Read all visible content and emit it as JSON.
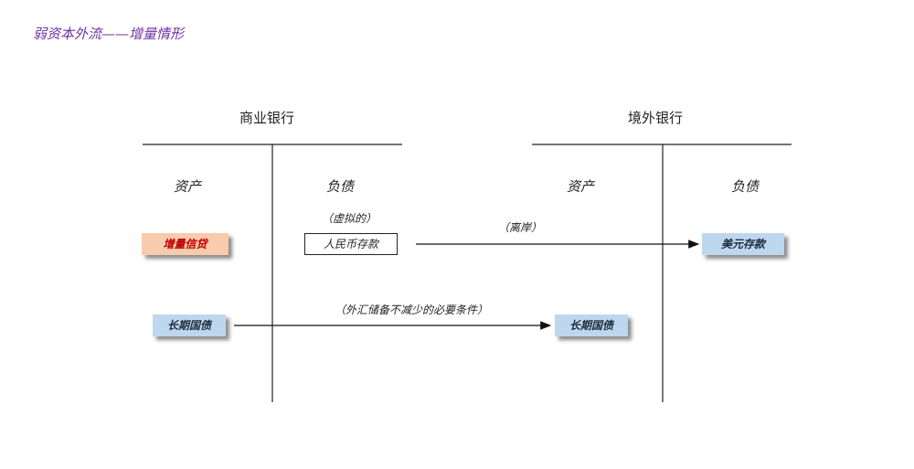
{
  "title": "弱资本外流——增量情形",
  "commercial_bank": {
    "heading": "商业银行",
    "assets_label": "资产",
    "liabilities_label": "负债",
    "virtual_note": "（虚拟的）",
    "rmb_deposit": "人民币存款",
    "incremental_credit": "增量信贷",
    "long_term_bond": "长期国债"
  },
  "offshore_bank": {
    "heading": "境外银行",
    "assets_label": "资产",
    "liabilities_label": "负债",
    "usd_deposit": "美元存款",
    "long_term_bond": "长期国债"
  },
  "flows": {
    "offshore_note": "（离岸）",
    "reserve_note": "（外汇储备不减少的必要条件）"
  },
  "colors": {
    "title": "#7030a0",
    "blue_box": "#bdd7ee",
    "salmon_box": "#f8cbad",
    "salmon_text": "#c00000"
  }
}
